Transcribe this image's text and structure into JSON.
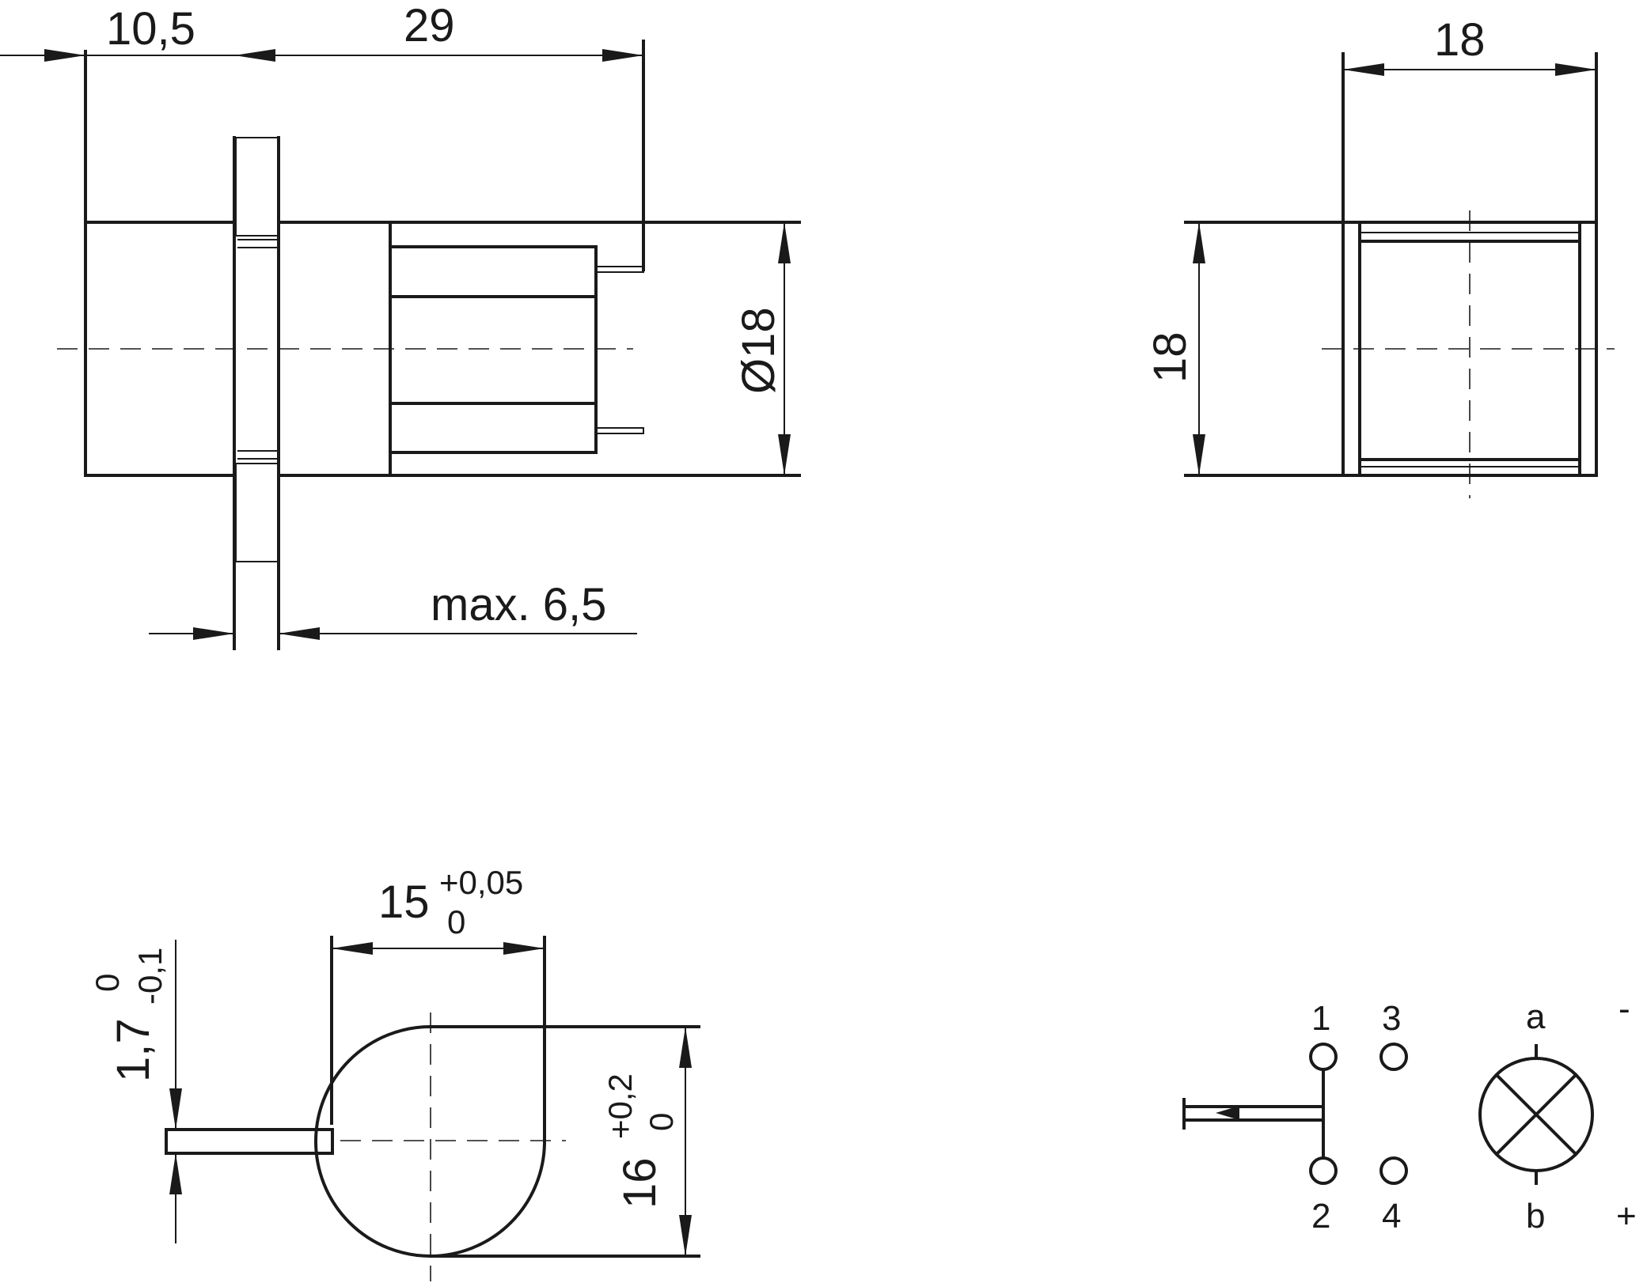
{
  "side_view": {
    "dim_flange_offset": "10,5",
    "dim_body_length": "29",
    "dim_diameter": "Ø18",
    "dim_panel_thickness": "max. 6,5"
  },
  "front_view": {
    "dim_width": "18",
    "dim_height": "18"
  },
  "panel_cutout": {
    "dim_width": "15",
    "dim_width_tol_upper": "+0,05",
    "dim_width_tol_lower": "0",
    "dim_key_width": "1,7",
    "dim_key_tol_upper": "0",
    "dim_key_tol_lower": "-0,1",
    "dim_height": "16",
    "dim_height_tol_upper": "+0,2",
    "dim_height_tol_lower": "0"
  },
  "circuit": {
    "pin_1": "1",
    "pin_2": "2",
    "pin_3": "3",
    "pin_4": "4",
    "lamp_a": "a",
    "lamp_b": "b",
    "polarity_minus": "-",
    "polarity_plus": "+"
  }
}
